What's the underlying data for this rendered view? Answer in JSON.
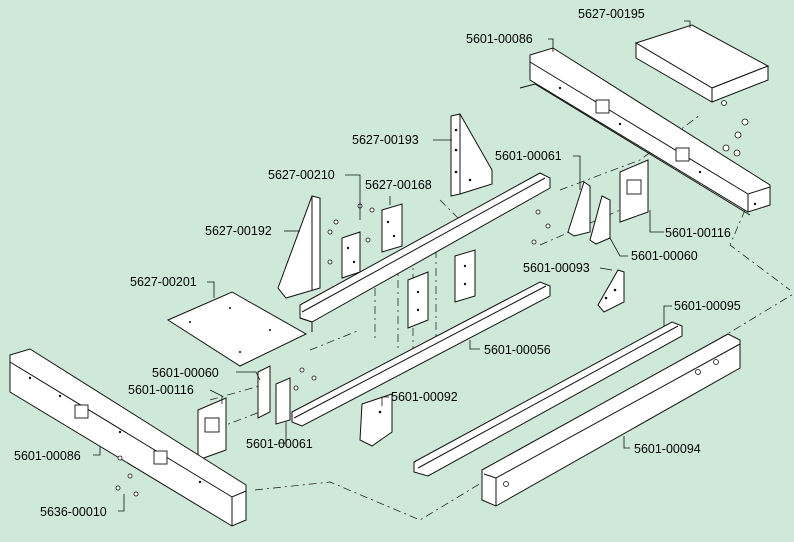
{
  "labels": {
    "p5627_00195": "5627-00195",
    "p5601_00086_top": "5601-00086",
    "p5627_00193": "5627-00193",
    "p5601_00061_top": "5601-00061",
    "p5627_00210": "5627-00210",
    "p5627_00168": "5627-00168",
    "p5627_00192": "5627-00192",
    "p5601_00116_right": "5601-00116",
    "p5601_00060_right": "5601-00060",
    "p5601_00093": "5601-00093",
    "p5627_00201": "5627-00201",
    "p5601_00095": "5601-00095",
    "p5601_00056": "5601-00056",
    "p5601_00060_left": "5601-00060",
    "p5601_00116_left": "5601-00116",
    "p5601_00092": "5601-00092",
    "p5601_00061_bottom": "5601-00061",
    "p5601_00094": "5601-00094",
    "p5601_00086_left": "5601-00086",
    "p5636_00010": "5636-00010"
  },
  "colors": {
    "background": "#cfe9d8",
    "line": "#111111",
    "part_fill": "#ffffff"
  }
}
